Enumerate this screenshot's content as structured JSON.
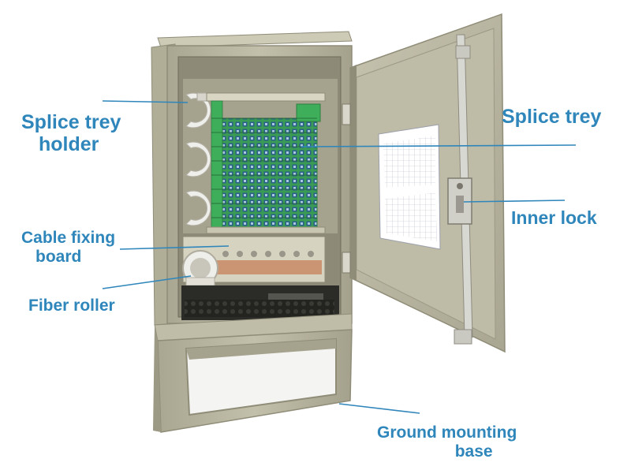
{
  "labels": {
    "splice_trey_holder": [
      "Splice trey",
      "holder"
    ],
    "cable_fixing_board": [
      "Cable fixing",
      "board"
    ],
    "fiber_roller": "Fiber roller",
    "splice_trey": "Splice trey",
    "inner_lock": "Inner lock",
    "ground_mounting_base": [
      "Ground mounting",
      "base"
    ]
  },
  "colors": {
    "label": "#2f86bb",
    "cabinet_body": "#b9b6a0",
    "cabinet_shadow": "#8f8c78",
    "interior_dark": "#2b2b28",
    "tray_green": "#3fae5a",
    "connector_blue": "#2a5e8c"
  }
}
